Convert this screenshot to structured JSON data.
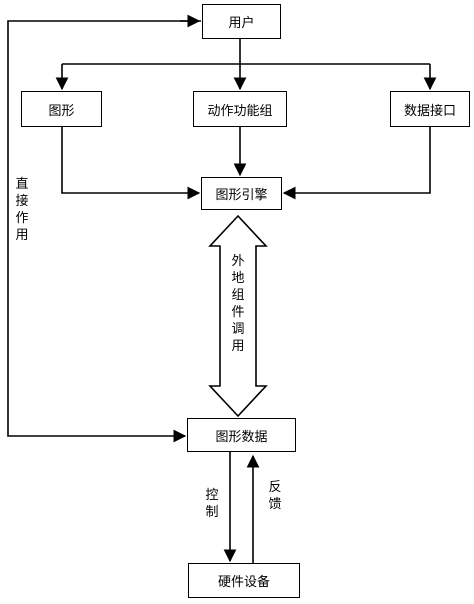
{
  "nodes": {
    "user": "用户",
    "graphics": "图形",
    "action_group": "动作功能组",
    "data_interface": "数据接口",
    "graphics_engine": "图形引擎",
    "graphics_data": "图形数据",
    "hardware": "硬件设备"
  },
  "labels": {
    "direct_action": "直接作用",
    "external_component_call": "外地组件调用",
    "control": "控制",
    "feedback": "反馈"
  }
}
